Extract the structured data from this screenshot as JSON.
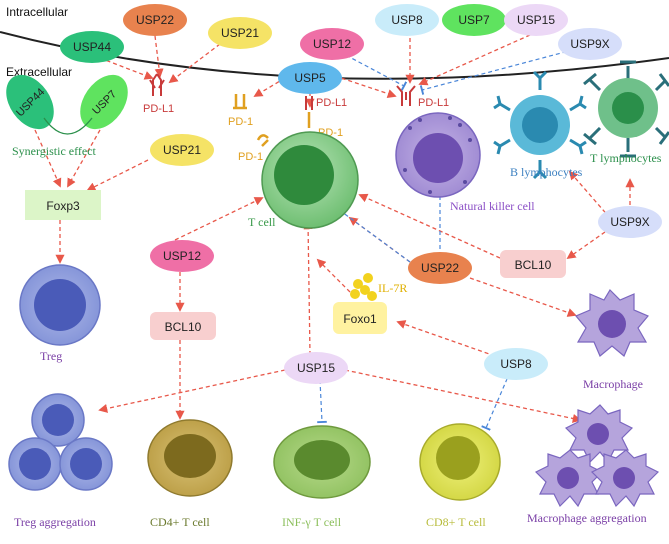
{
  "regions": {
    "intracellular": "Intracellular",
    "extracellular": "Extracellular"
  },
  "usp": {
    "usp22_top": "USP22",
    "usp21_top": "USP21",
    "usp44_top": "USP44",
    "usp8_top": "USP8",
    "usp7_top": "USP7",
    "usp15_top": "USP15",
    "usp9x_top": "USP9X",
    "usp12_top": "USP12",
    "usp5": "USP5",
    "usp44_pair": "USP44",
    "usp7_pair": "USP7",
    "usp21_mid": "USP21",
    "usp12_mid": "USP12",
    "usp22_mid": "USP22",
    "usp9x_mid": "USP9X",
    "usp15_bottom": "USP15",
    "usp8_bottom": "USP8"
  },
  "labels": {
    "pdl1_left": "PD-L1",
    "pdl1_mid": "PD-L1",
    "pdl1_right": "PD-L1",
    "pd1_a": "PD-1",
    "pd1_b": "PD-1",
    "pd1_c": "PD-1",
    "synergistic": "Synergistic effect",
    "foxp3": "Foxp3",
    "bcl10_left": "BCL10",
    "bcl10_right": "BCL10",
    "foxo1": "Foxo1",
    "il7r": "IL-7R",
    "treg": "Treg",
    "tcell": "T cell",
    "nk": "Natural killer cell",
    "b_lymph": "B lymphocytes",
    "t_lymph": "T lymphocytes",
    "macrophage": "Macrophage",
    "treg_agg": "Treg aggregation",
    "cd4": "CD4+ T cell",
    "infg": "INF-γ T cell",
    "cd8": "CD8+ T cell",
    "mac_agg": "Macrophage aggregation"
  },
  "colors": {
    "red_arrow": "#e8584a",
    "blue_inhibit": "#4a86d8",
    "usp22": "#e8824e",
    "usp21": "#f5e366",
    "usp44": "#2bc07a",
    "usp8": "#c9ecfa",
    "usp7": "#5fe35f",
    "usp15": "#ecd8f6",
    "usp9x": "#d6defa",
    "usp12": "#ef6fa6",
    "usp5": "#5fb8ec",
    "foxp3": "#dcf5c8",
    "bcl10": "#f8cfcf",
    "foxo1": "#fff2a0",
    "treg_label": "#7a3fa6",
    "tcell_label": "#3a9a4a",
    "nk_label": "#8b4fc6",
    "lymph_label": "#3a7fc0",
    "macro_label": "#7a3fa6"
  }
}
